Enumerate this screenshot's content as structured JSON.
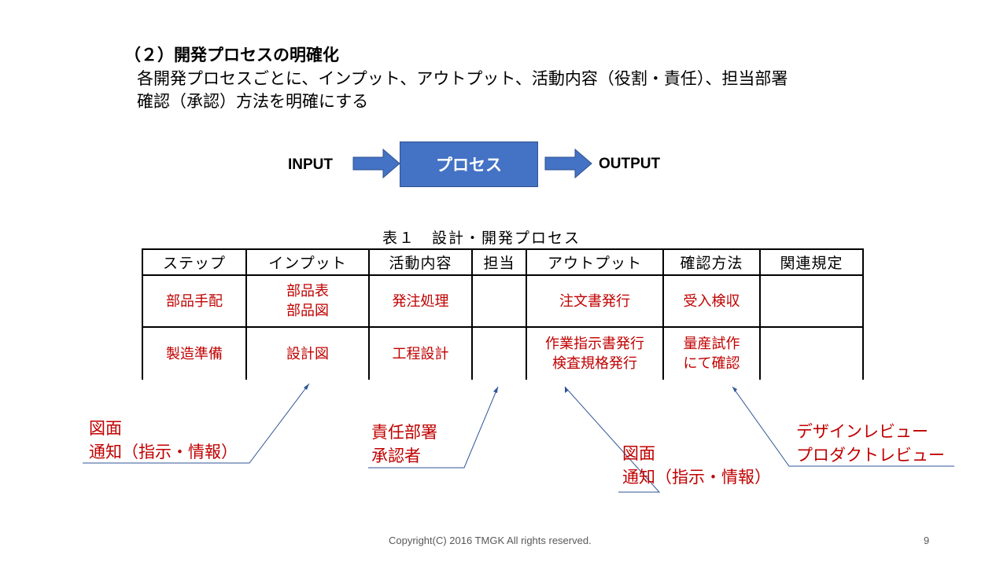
{
  "heading": "（２）開発プロセスの明確化",
  "description": {
    "line1": "各開発プロセスごとに、インプット、アウトプット、活動内容（役割・責任）、担当部署",
    "line2": "確認（承認）方法を明確にする"
  },
  "flow": {
    "input_label": "INPUT",
    "process_label": "プロセス",
    "output_label": "OUTPUT",
    "process_color": "#4472c4"
  },
  "table": {
    "title": "表１　設計・開発プロセス",
    "headers": [
      "ステップ",
      "インプット",
      "活動内容",
      "担当",
      "アウトプット",
      "確認方法",
      "関連規定"
    ],
    "rows": [
      [
        "部品手配",
        "部品表\n部品図",
        "発注処理",
        "",
        "注文書発行",
        "受入検収",
        ""
      ],
      [
        "製造準備",
        "設計図",
        "工程設計",
        "",
        "作業指示書発行\n検査規格発行",
        "量産試作\nにて確認",
        ""
      ]
    ]
  },
  "annotations": {
    "input_note": "図面\n通知（指示・情報）",
    "responsible_note": "責任部署\n承認者",
    "output_note": "図面\n通知（指示・情報）",
    "review_note": "デザインレビュー\nプロダクトレビュー",
    "accent_color": "#c00000",
    "line_color": "#2f5597"
  },
  "footer": {
    "copyright": "Copyright(C)  2016 TMGK All rights reserved.",
    "page_number": "9"
  }
}
